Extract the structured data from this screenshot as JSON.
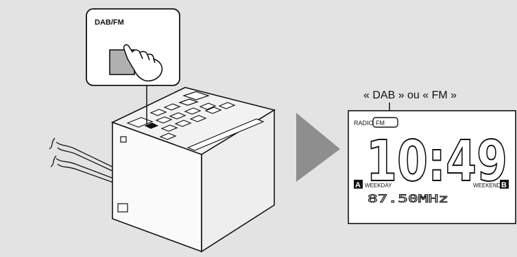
{
  "button_callout": {
    "label": "DAB/FM"
  },
  "display_callout": {
    "text": "« DAB » ou « FM »"
  },
  "lcd": {
    "source_label": "RADIO",
    "band_indicator": "FM",
    "time": "10:49",
    "frequency": "87.50MHz",
    "alarm_a_badge": "A",
    "alarm_a_label": "WEEKDAY",
    "alarm_b_badge": "B",
    "alarm_b_label": "WEEKEND"
  },
  "icons": {
    "hand": "pointing-hand-icon",
    "arrow": "right-arrow-icon"
  },
  "colors": {
    "background": "#e3e3e3",
    "arrow": "#8e8e8e",
    "button_fill": "#b0b0b0",
    "outline": "#111111"
  }
}
